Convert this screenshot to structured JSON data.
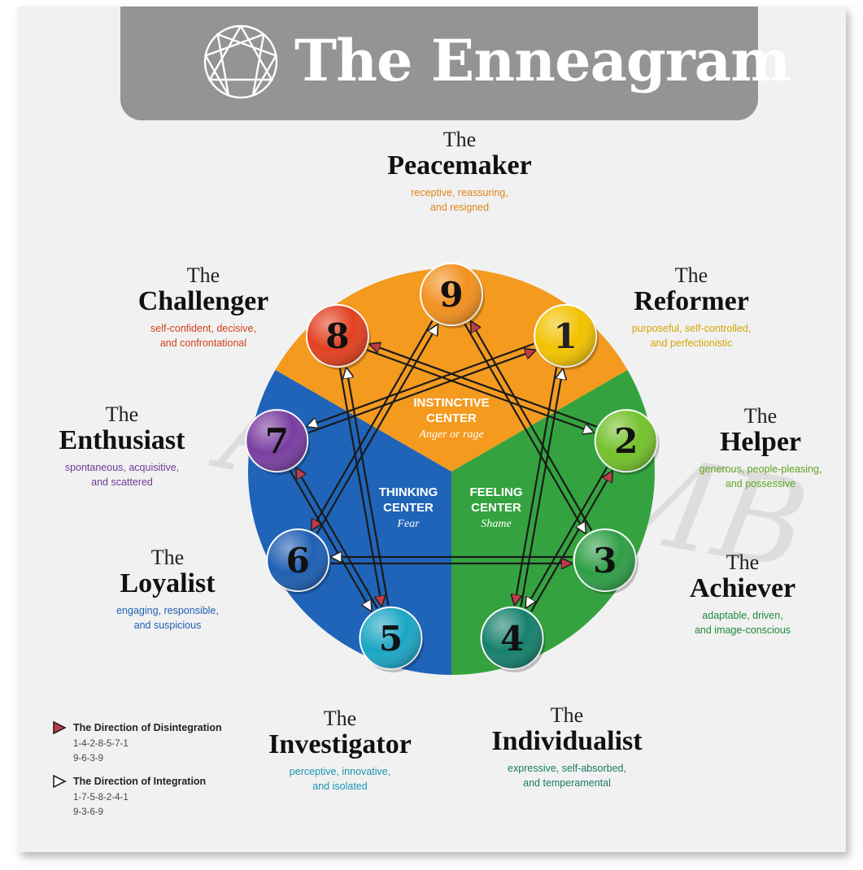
{
  "title": "The Enneagram",
  "centers": [
    {
      "id": "instinctive",
      "name": "INSTINCTIVE CENTER",
      "emotion": "Anger or rage",
      "color": "#f39a1f"
    },
    {
      "id": "thinking",
      "name": "THINKING CENTER",
      "emotion": "Fear",
      "color": "#1f64b8"
    },
    {
      "id": "feeling",
      "name": "FEELING CENTER",
      "emotion": "Shame",
      "color": "#34a33f"
    }
  ],
  "types": [
    {
      "number": "1",
      "article": "The",
      "name": "Reformer",
      "traits": "purposeful, self-controlled, and perfectionistic",
      "color": "#f2c200",
      "desc_color": "#d4a500"
    },
    {
      "number": "2",
      "article": "The",
      "name": "Helper",
      "traits": "generous, people-pleasing, and possessive",
      "color": "#74c12b",
      "desc_color": "#5ea521"
    },
    {
      "number": "3",
      "article": "The",
      "name": "Achiever",
      "traits": "adaptable, driven, and image-conscious",
      "color": "#2f9e47",
      "desc_color": "#1f8a3a"
    },
    {
      "number": "4",
      "article": "The",
      "name": "Individualist",
      "traits": "expressive, self-absorbed, and temperamental",
      "color": "#16806c",
      "desc_color": "#157b68"
    },
    {
      "number": "5",
      "article": "The",
      "name": "Investigator",
      "traits": "perceptive, innovative, and isolated",
      "color": "#1ba6c4",
      "desc_color": "#1995b0"
    },
    {
      "number": "6",
      "article": "The",
      "name": "Loyalist",
      "traits": "engaging, responsible, and suspicious",
      "color": "#1f5fb3",
      "desc_color": "#1f5fb3"
    },
    {
      "number": "7",
      "article": "The",
      "name": "Enthusiast",
      "traits": "spontaneous, acquisitive, and scattered",
      "color": "#7a3ea0",
      "desc_color": "#6d3a94"
    },
    {
      "number": "8",
      "article": "The",
      "name": "Challenger",
      "traits": "self-confident, decisive, and confrontational",
      "color": "#e2401f",
      "desc_color": "#d0401c"
    },
    {
      "number": "9",
      "article": "The",
      "name": "Peacemaker",
      "traits": "receptive, reassuring, and resigned",
      "color": "#f2901f",
      "desc_color": "#e0831a"
    }
  ],
  "legend": {
    "disintegration": {
      "label": "The Direction of Disintegration",
      "sequences": [
        "1-4-2-8-5-7-1",
        "9-6-3-9"
      ],
      "color": "#c43a4a"
    },
    "integration": {
      "label": "The Direction of Integration",
      "sequences": [
        "1-7-5-8-2-4-1",
        "9-3-6-9"
      ],
      "color": "#ffffff"
    }
  },
  "watermark": "AUTUMB"
}
